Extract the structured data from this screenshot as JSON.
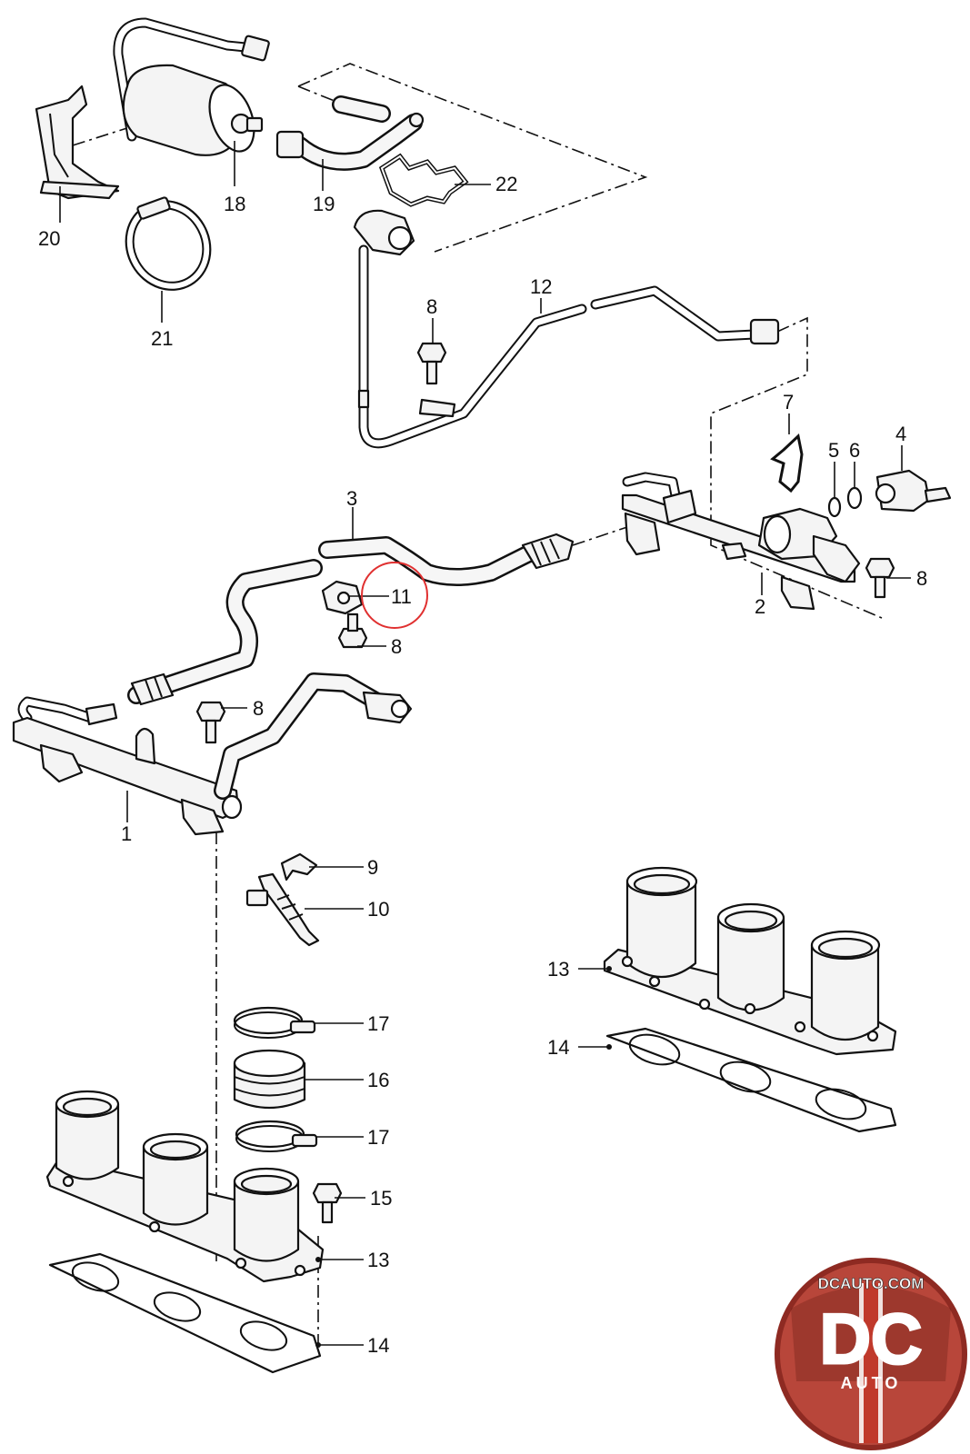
{
  "callouts": {
    "c1": "1",
    "c2": "2",
    "c3": "3",
    "c4": "4",
    "c5": "5",
    "c6": "6",
    "c7": "7",
    "c8a": "8",
    "c8b": "8",
    "c8c": "8",
    "c8d": "8",
    "c9": "9",
    "c10": "10",
    "c11": "11",
    "c12": "12",
    "c13a": "13",
    "c13b": "13",
    "c14a": "14",
    "c14b": "14",
    "c15": "15",
    "c16": "16",
    "c17a": "17",
    "c17b": "17",
    "c18": "18",
    "c19": "19",
    "c20": "20",
    "c21": "21",
    "c22": "22"
  },
  "logo": {
    "site": "DCAUTO.COM",
    "mark": "DC",
    "sub": "AUTO"
  },
  "highlight": {
    "color": "#e03030",
    "target": "11"
  },
  "colors": {
    "line": "#111111",
    "logo_red": "#c0392b",
    "logo_dark": "#2b2b2b"
  }
}
